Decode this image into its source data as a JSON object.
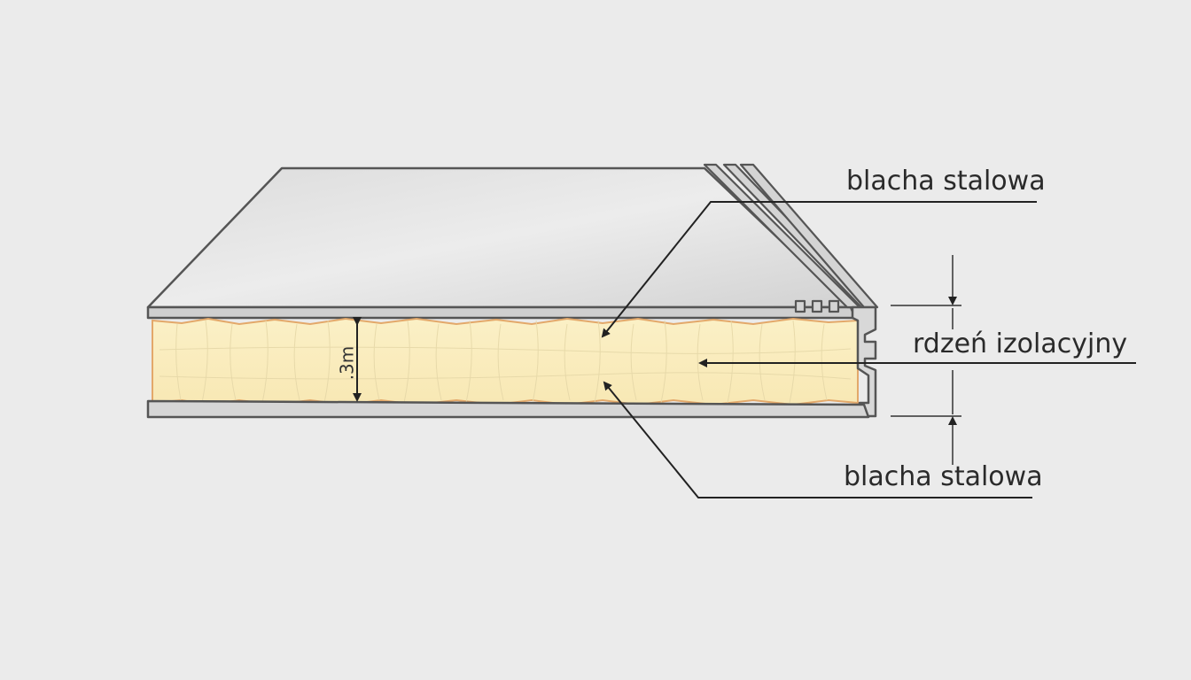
{
  "labels": {
    "top_sheet": "blacha stalowa",
    "core": "rdzeń izolacyjny",
    "bottom_sheet": "blacha stalowa",
    "core_thickness": ".3m"
  },
  "colors": {
    "background": "#ebebeb",
    "steel": "#d6d6d6",
    "steel_edge": "#555555",
    "core_fill": "#fbefc0",
    "core_edge": "#e3a86a",
    "line": "#222222"
  }
}
